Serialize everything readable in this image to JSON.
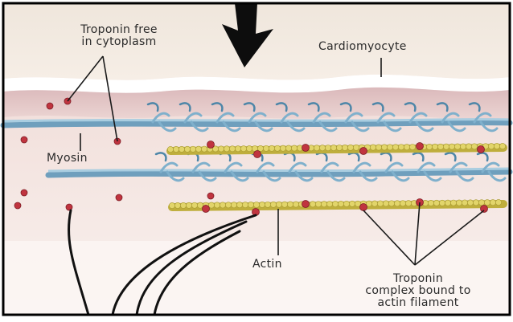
{
  "labels": {
    "troponin_free_line1": "Troponin free",
    "troponin_free_line2": "in cytoplasm",
    "cardiomyocyte": "Cardiomyocyte",
    "myosin": "Myosin",
    "actin": "Actin",
    "troponin_complex_line1": "Troponin",
    "troponin_complex_line2": "complex bound to",
    "troponin_complex_line3": "actin filament"
  },
  "icons": {
    "arrow": "downward-arrow-icon"
  },
  "colors": {
    "cytoplasm": "#f1e4e0",
    "membrane": "#d9b4b8",
    "myosin": "#7fb0cc",
    "actin": "#e2d56a",
    "troponin": "#c0343f",
    "ink": "#1a1a1a"
  }
}
